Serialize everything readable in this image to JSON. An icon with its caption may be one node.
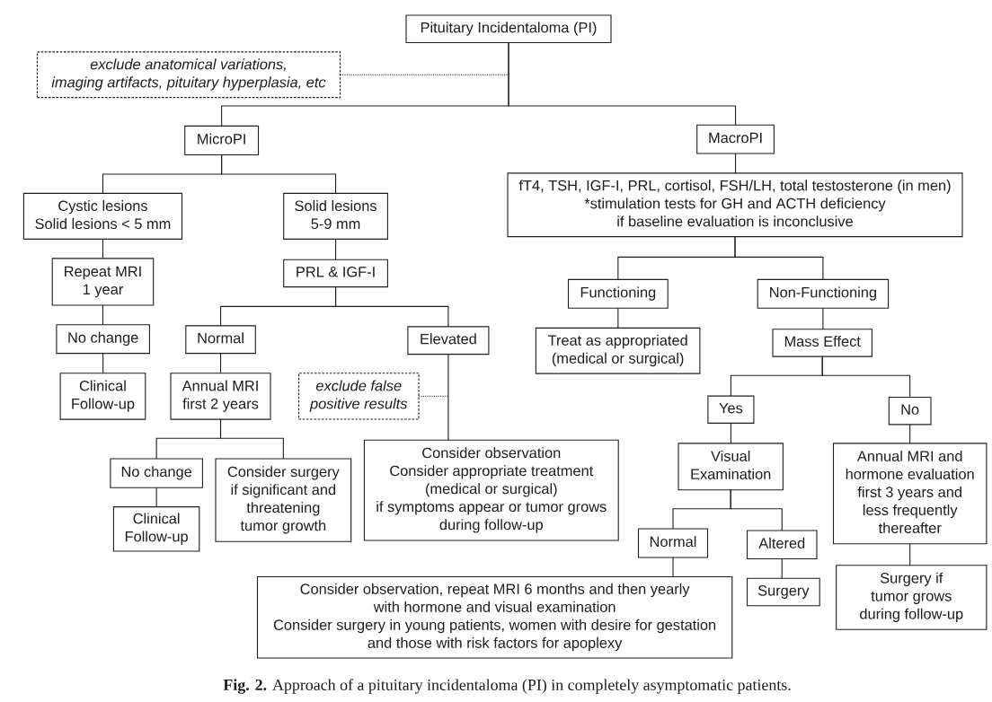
{
  "diagram": {
    "caption": "**Fig. 2.** Approach of a pituitary incidentaloma (PI) in completely asymptomatic patients.",
    "nodes": [
      {
        "text": [
          "Pituitary Incidentaloma (PI)"
        ]
      },
      {
        "text": [
          "exclude anatomical variations, imaging artifacts, pituitary hyperplasia, etc"
        ]
      },
      {
        "text": [
          "MicroPI"
        ]
      },
      {
        "text": [
          "MacroPI"
        ]
      },
      {
        "text": [
          "Cystic lesions",
          "Solid lesions < 5 mm"
        ]
      },
      {
        "text": [
          "Solid lesions 5-9 mm"
        ]
      },
      {
        "text": [
          "fT4, TSH, IGF-I, PRL, cortisol, FSH/LH, total testosterone (in men)",
          "*stimulation tests for GH and ACTH deficiency if baseline evaluation is inconclusive"
        ]
      },
      {
        "text": [
          "Repeat MRI 1 year"
        ]
      },
      {
        "text": [
          "PRL & IGF-I"
        ]
      },
      {
        "text": [
          "Functioning"
        ]
      },
      {
        "text": [
          "Non-Functioning"
        ]
      },
      {
        "text": [
          "No change"
        ]
      },
      {
        "text": [
          "Normal"
        ]
      },
      {
        "text": [
          "Elevated"
        ]
      },
      {
        "text": [
          "Treat as appropriated (medical or surgical)"
        ]
      },
      {
        "text": [
          "Mass Effect"
        ]
      },
      {
        "text": [
          "Clinical Follow-up"
        ]
      },
      {
        "text": [
          "Annual MRI first 2 years"
        ]
      },
      {
        "text": [
          "exclude false positive results"
        ]
      },
      {
        "text": [
          "Yes"
        ]
      },
      {
        "text": [
          "No"
        ]
      },
      {
        "text": [
          "No change"
        ]
      },
      {
        "text": [
          "Consider surgery if significant and threatening tumor growth"
        ]
      },
      {
        "text": [
          "Consider observation",
          "Consider appropriate treatment (medical or surgical) if symptoms appear or tumor grows during follow-up"
        ]
      },
      {
        "text": [
          "Visual Examination"
        ]
      },
      {
        "text": [
          "Annual MRI and hormone evaluation first 3 years and less frequently thereafter"
        ]
      },
      {
        "text": [
          "Clinical Follow-up"
        ]
      },
      {
        "text": [
          "Normal"
        ]
      },
      {
        "text": [
          "Altered"
        ]
      },
      {
        "text": [
          "Consider observation, repeat MRI 6 months and then yearly with hormone and visual examination",
          "Consider surgery in young patients, women with desire for gestation and those with risk factors for apoplexy"
        ]
      },
      {
        "text": [
          "Surgery"
        ]
      },
      {
        "text": [
          "Surgery if tumor grows during follow-up"
        ]
      }
    ],
    "edges": [
      {
        "from": 0,
        "to": 2,
        "arrow": "none"
      },
      {
        "from": 0,
        "to": 3,
        "arrow": "none"
      },
      {
        "from": 1,
        "to": 0,
        "arrow": "none",
        "style": "dashed"
      },
      {
        "from": 2,
        "to": 4,
        "arrow": "none"
      },
      {
        "from": 2,
        "to": 5,
        "arrow": "none"
      },
      {
        "from": 3,
        "to": 6,
        "arrow": "none"
      },
      {
        "from": 4,
        "to": 7,
        "arrow": "none"
      },
      {
        "from": 5,
        "to": 8,
        "arrow": "none"
      },
      {
        "from": 6,
        "to": 9,
        "arrow": "none"
      },
      {
        "from": 6,
        "to": 10,
        "arrow": "none"
      },
      {
        "from": 7,
        "to": 11,
        "arrow": "none"
      },
      {
        "from": 8,
        "to": 12,
        "arrow": "none"
      },
      {
        "from": 8,
        "to": 13,
        "arrow": "none"
      },
      {
        "from": 9,
        "to": 14,
        "arrow": "none"
      },
      {
        "from": 10,
        "to": 15,
        "arrow": "none"
      },
      {
        "from": 11,
        "to": 16,
        "arrow": "none"
      },
      {
        "from": 12,
        "to": 17,
        "arrow": "none"
      },
      {
        "from": 13,
        "to": 23,
        "arrow": "none"
      },
      {
        "from": 18,
        "to": null,
        "arrow": "none",
        "style": "dashed"
      },
      {
        "from": 15,
        "to": 19,
        "arrow": "none"
      },
      {
        "from": 15,
        "to": 20,
        "arrow": "none"
      },
      {
        "from": 17,
        "to": 21,
        "arrow": "none"
      },
      {
        "from": 17,
        "to": 22,
        "arrow": "none"
      },
      {
        "from": 19,
        "to": 24,
        "arrow": "none"
      },
      {
        "from": 20,
        "to": 25,
        "arrow": "none"
      },
      {
        "from": 21,
        "to": 26,
        "arrow": "none"
      },
      {
        "from": 24,
        "to": 27,
        "arrow": "none"
      },
      {
        "from": 24,
        "to": 28,
        "arrow": "none"
      },
      {
        "from": 27,
        "to": 29,
        "arrow": "none"
      },
      {
        "from": 28,
        "to": 30,
        "arrow": "none"
      },
      {
        "from": 25,
        "to": 31,
        "arrow": "none"
      }
    ]
  }
}
